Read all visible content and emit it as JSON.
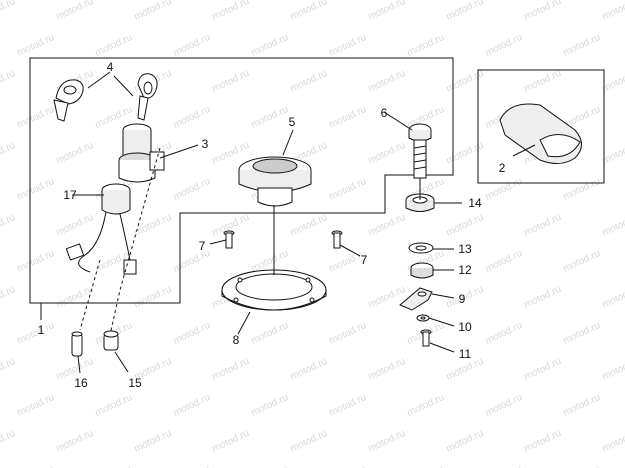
{
  "watermark": "motod.ru",
  "callouts": {
    "c1": "1",
    "c2": "2",
    "c3": "3",
    "c4": "4",
    "c5": "5",
    "c6": "6",
    "c7a": "7",
    "c7b": "7",
    "c8": "8",
    "c9": "9",
    "c10": "10",
    "c11": "11",
    "c12": "12",
    "c13": "13",
    "c14": "14",
    "c15": "15",
    "c16": "16",
    "c17": "17"
  }
}
